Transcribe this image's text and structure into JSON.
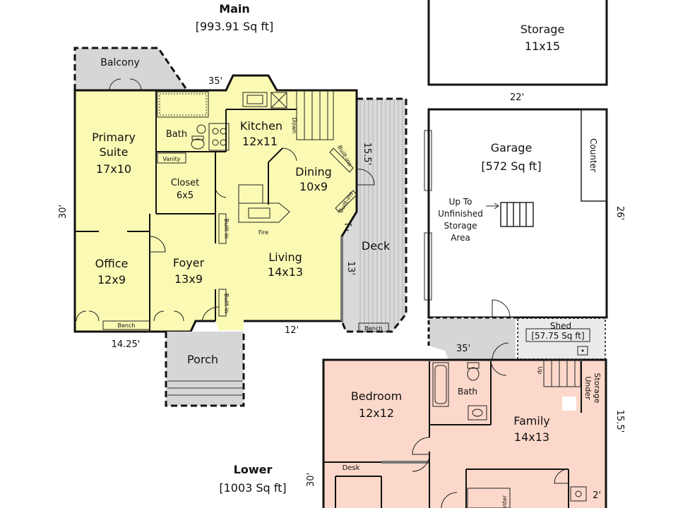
{
  "colors": {
    "main_floor": "#fafab4",
    "garage": "#b7f3b0",
    "lower_floor": "#fbd8c9",
    "storage": "#fafae0",
    "outdoor": "#d6d6d6",
    "deck": "#d9d9d9",
    "walls": "#111111"
  },
  "main": {
    "title": "Main",
    "area": "[993.91 Sq ft]"
  },
  "lower": {
    "title": "Lower",
    "area": "[1003 Sq ft]"
  },
  "rooms": {
    "balcony": "Balcony",
    "primary_suite": {
      "name": "Primary\nSuite",
      "size": "17x10"
    },
    "bath_main": "Bath",
    "vanity": "Vanity",
    "closet": {
      "name": "Closet",
      "size": "6x5"
    },
    "kitchen": {
      "name": "Kitchen",
      "size": "12x11"
    },
    "dining": {
      "name": "Dining",
      "size": "10x9"
    },
    "living": {
      "name": "Living",
      "size": "14x13"
    },
    "foyer": {
      "name": "Foyer",
      "size": "13x9"
    },
    "office": {
      "name": "Office",
      "size": "12x9"
    },
    "porch": "Porch",
    "deck": "Deck",
    "storage": {
      "name": "Storage",
      "size": "11x15"
    },
    "garage": {
      "name": "Garage",
      "area": "[572 Sq ft]"
    },
    "counter_garage": "Counter",
    "unfinished": "Up To\nUnfinished\nStorage\nArea",
    "shed": {
      "name": "Shed",
      "area": "[57.75 Sq ft]"
    },
    "bedroom": {
      "name": "Bedroom",
      "size": "12x12"
    },
    "bath_lower": "Bath",
    "family": {
      "name": "Family",
      "size": "14x13"
    },
    "storage_under": "Storage\nUnder",
    "desk": "Desk",
    "counter_lower": "Counter"
  },
  "fixtures": {
    "down": "Down",
    "up": "Up",
    "fire": "Fire",
    "builtins": "Built-ins",
    "builtin": "Built-In",
    "bench": "Bench"
  },
  "dimensions": {
    "main_top": "35'",
    "main_left": "30'",
    "deck_side": "15.5'",
    "deck_2": "2'",
    "deck_13": "13'",
    "main_bottom_left": "14.25'",
    "main_bottom_right": "12'",
    "storage_bottom": "22'",
    "garage_right": "26'",
    "lower_top": "35'",
    "lower_right": "15.5'",
    "lower_left": "30'",
    "lower_2": "2'"
  }
}
